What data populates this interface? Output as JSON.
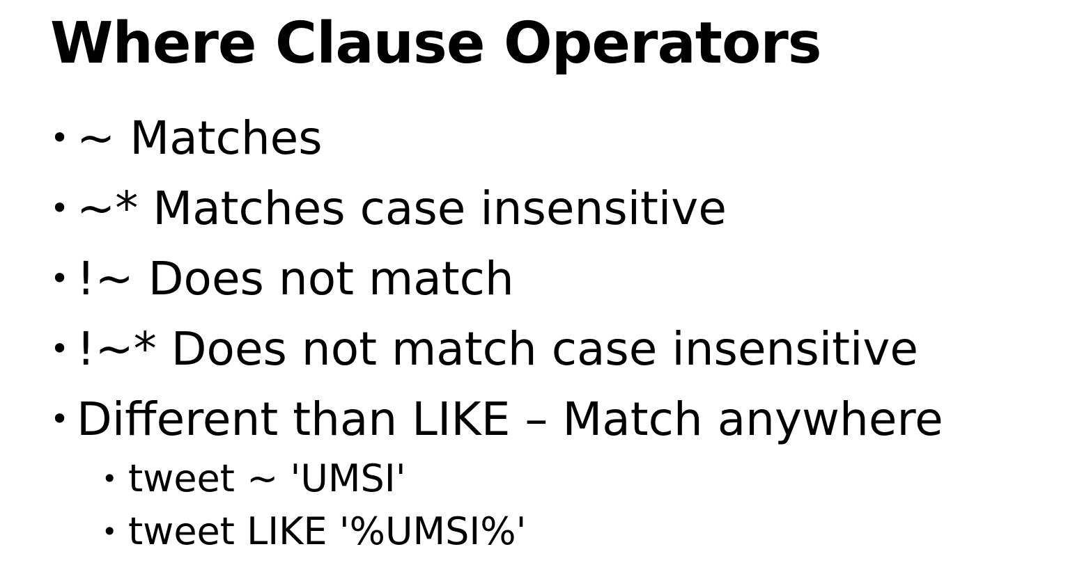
{
  "slide": {
    "title": "Where Clause Operators",
    "bullets": [
      "~ Matches",
      "~* Matches case insensitive",
      "!~ Does not match",
      "!~* Does not match case insensitive",
      "Different than LIKE – Match anywhere"
    ],
    "sub_bullets": [
      "tweet ~ 'UMSI'",
      "tweet LIKE '%UMSI%'"
    ],
    "bullet_glyph": "•"
  }
}
